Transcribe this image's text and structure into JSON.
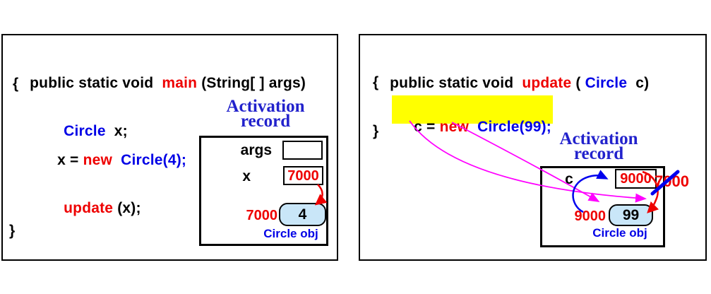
{
  "accent_colors": {
    "code_red": "#ee0000",
    "code_blue": "#0000e6",
    "title_blue": "#2222cc",
    "pointer_magenta": "#ff00ff",
    "highlight_yellow": "#ffff00",
    "object_fill": "#c9e6f8"
  },
  "left_panel": {
    "signature": {
      "s0": "public static void  ",
      "s1": "main",
      "s2": " (String[ ] args)"
    },
    "brace_open": "{",
    "stmt_decl": {
      "s0": "Circle",
      "s1": "  x;"
    },
    "stmt_new": {
      "s0": "x = ",
      "s1": "new",
      "s2": "  Circle(4);"
    },
    "stmt_call": {
      "s0": "update",
      "s1": " (x);"
    },
    "brace_close": "}",
    "activation_record": {
      "title_line1": "Activation",
      "title_line2": "record",
      "slots": [
        {
          "label": "args",
          "value": ""
        },
        {
          "label": "x",
          "value": "7000"
        }
      ],
      "object": {
        "address": "7000",
        "value": "4",
        "caption": "Circle obj"
      }
    }
  },
  "right_panel": {
    "signature": {
      "s0": "public static void  ",
      "s1": "update",
      "s2": " ( ",
      "s3": "Circle",
      "s4": "  c)"
    },
    "brace_open": "{",
    "stmt_highlighted": {
      "s0": "c = ",
      "s1": "new",
      "s2": "  Circle(99);"
    },
    "brace_close": "}",
    "activation_record": {
      "title_line1": "Activation",
      "title_line2": "record",
      "slots": [
        {
          "label": "c",
          "value": "9000"
        }
      ],
      "old_value": "7000",
      "object": {
        "address": "9000",
        "value": "99",
        "caption": "Circle obj"
      }
    }
  }
}
